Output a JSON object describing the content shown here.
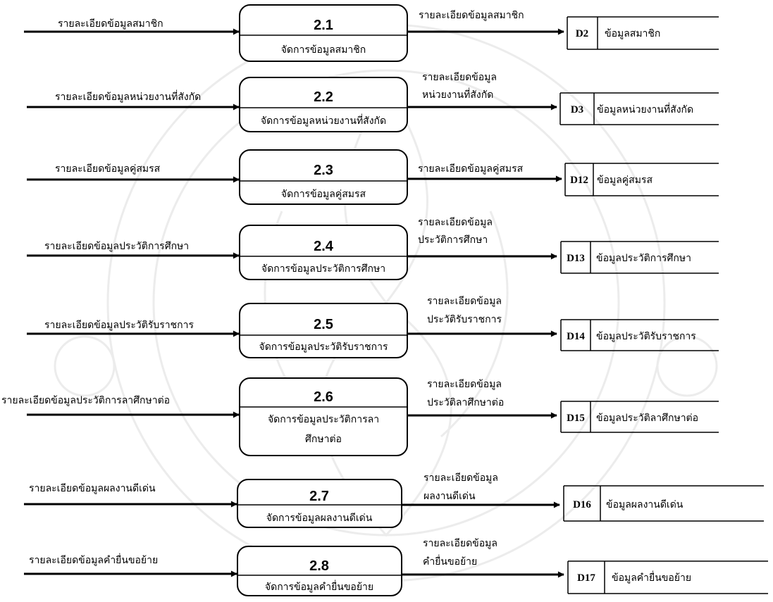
{
  "processes": [
    {
      "id": "2.1",
      "name": "จัดการข้อมูลสมาชิก"
    },
    {
      "id": "2.2",
      "name": "จัดการข้อมูลหน่วยงานที่สังกัด"
    },
    {
      "id": "2.3",
      "name": "จัดการข้อมูลคู่สมรส"
    },
    {
      "id": "2.4",
      "name": "จัดการข้อมูลประวัติการศึกษา"
    },
    {
      "id": "2.5",
      "name": "จัดการข้อมูลประวัติรับราชการ"
    },
    {
      "id": "2.6",
      "name_lines": [
        "จัดการข้อมูลประวัติการลา",
        "ศึกษาต่อ"
      ]
    },
    {
      "id": "2.7",
      "name": "จัดการข้อมูลผลงานดีเด่น"
    },
    {
      "id": "2.8",
      "name": "จัดการข้อมูลคำยื่นขอย้าย"
    }
  ],
  "input_flows": [
    "รายละเอียดข้อมูลสมาชิก",
    "รายละเอียดข้อมูลหน่วยงานที่สังกัด",
    "รายละเอียดข้อมูลคู่สมรส",
    "รายละเอียดข้อมูลประวัติการศึกษา",
    "รายละเอียดข้อมูลประวัติรับราชการ",
    "รายละเอียดข้อมูลประวัติการลาศึกษาต่อ",
    "รายละเอียดข้อมูลผลงานดีเด่น",
    "รายละเอียดข้อมูลคำยื่นขอย้าย"
  ],
  "output_flows": [
    [
      "รายละเอียดข้อมูลสมาชิก"
    ],
    [
      "รายละเอียดข้อมูล",
      "หน่วยงานที่สังกัด"
    ],
    [
      "รายละเอียดข้อมูลคู่สมรส"
    ],
    [
      "รายละเอียดข้อมูล",
      "ประวัติการศึกษา"
    ],
    [
      "รายละเอียดข้อมูล",
      "ประวัติรับราชการ"
    ],
    [
      "รายละเอียดข้อมูล",
      "ประวัติลาศึกษาต่อ"
    ],
    [
      "รายละเอียดข้อมูล",
      "ผลงานดีเด่น"
    ],
    [
      "รายละเอียดข้อมูล",
      "คำยื่นขอย้าย"
    ]
  ],
  "data_stores": [
    {
      "id": "D2",
      "name": "ข้อมูลสมาชิก"
    },
    {
      "id": "D3",
      "name": "ข้อมูลหน่วยงานที่สังกัด"
    },
    {
      "id": "D12",
      "name": "ข้อมูลคู่สมรส"
    },
    {
      "id": "D13",
      "name": "ข้อมูลประวัติการศึกษา"
    },
    {
      "id": "D14",
      "name": "ข้อมูลประวัติรับราชการ"
    },
    {
      "id": "D15",
      "name": "ข้อมูลประวัติลาศึกษาต่อ"
    },
    {
      "id": "D16",
      "name": "ข้อมูลผลงานดีเด่น"
    },
    {
      "id": "D17",
      "name": "ข้อมูลคำยื่นขอย้าย"
    }
  ]
}
